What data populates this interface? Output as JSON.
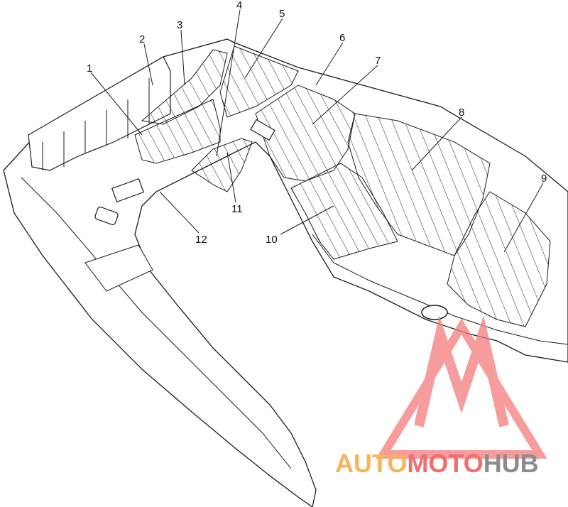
{
  "diagram": {
    "labels": [
      "1",
      "2",
      "3",
      "4",
      "5",
      "6",
      "7",
      "8",
      "9",
      "10",
      "11",
      "12"
    ]
  },
  "watermark": {
    "part1": "AUTO",
    "part2": "MOTO",
    "part3": "HUB",
    "colors": {
      "orange": "#f7b45a",
      "red": "#f26d6d",
      "gray": "#8c8c8c",
      "logo": "#f47b7b"
    }
  },
  "colors": {
    "line": "#1a1a1a",
    "hatch": "#1a1a1a",
    "background": "#ffffff"
  }
}
